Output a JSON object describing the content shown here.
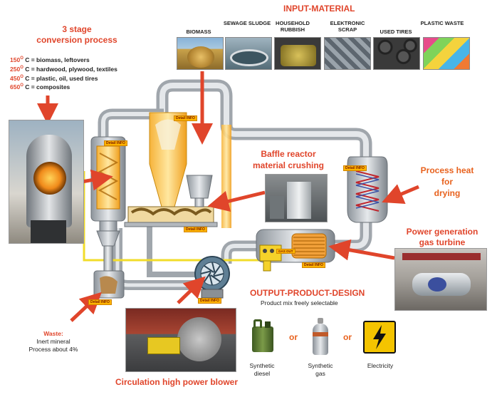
{
  "header": {
    "title": "INPUT-MATERIAL"
  },
  "materials": [
    {
      "label": "BIOMASS",
      "icon": "hay-bale-photo"
    },
    {
      "label": "SEWAGE SLUDGE",
      "icon": "sewage-plant-photo"
    },
    {
      "label": "HOUSEHOLD RUBBISH",
      "icon": "rubbish-bin-photo"
    },
    {
      "label": "ELEKTRONIC SCRAP",
      "icon": "electronic-scrap-photo"
    },
    {
      "label": "USED TIRES",
      "icon": "tires-photo"
    },
    {
      "label": "PLASTIC WASTE",
      "icon": "plastic-waste-photo"
    }
  ],
  "process": {
    "title_line1": "3 stage",
    "title_line2": "conversion process",
    "stages": [
      {
        "temp": "150",
        "unit": "O",
        "desc": " C = biomass, leftovers"
      },
      {
        "temp": "250",
        "unit": "O",
        "desc": " C = hardwood, plywood, textiles"
      },
      {
        "temp": "450",
        "unit": "O",
        "desc": " C = plastic, oil, used tires"
      },
      {
        "temp": "650",
        "unit": "O",
        "desc": " C = composites"
      }
    ]
  },
  "labels": {
    "baffle_line1": "Baffle reactor",
    "baffle_line2": "material crushing",
    "heat_line1": "Process heat",
    "heat_line2": "for",
    "heat_line3": "drying",
    "power_line1": "Power generation",
    "power_line2": "gas turbine",
    "blower": "Circulation high power blower",
    "waste_title": "Waste:",
    "waste_line1": "Inert mineral",
    "waste_line2": "Process about 4%"
  },
  "output": {
    "title": "OUTPUT-PRODUCT-DESIGN",
    "subtitle": "Product mix freely selectable",
    "or": "or",
    "products": [
      {
        "line1": "Synthetic",
        "line2": "diesel",
        "icon": "jerrycan-icon"
      },
      {
        "line1": "Synthetic",
        "line2": "gas",
        "icon": "gas-bottle-icon"
      },
      {
        "line1": "Electricity",
        "line2": "",
        "icon": "high-voltage-icon"
      }
    ]
  },
  "detail_badge": "Detail INFO",
  "gas_badge": "GAS OUT",
  "colors": {
    "red": "#e0452b",
    "orange": "#e8621e",
    "pipe": "#c9cdd2",
    "yellow_line": "#f2dc2a"
  }
}
